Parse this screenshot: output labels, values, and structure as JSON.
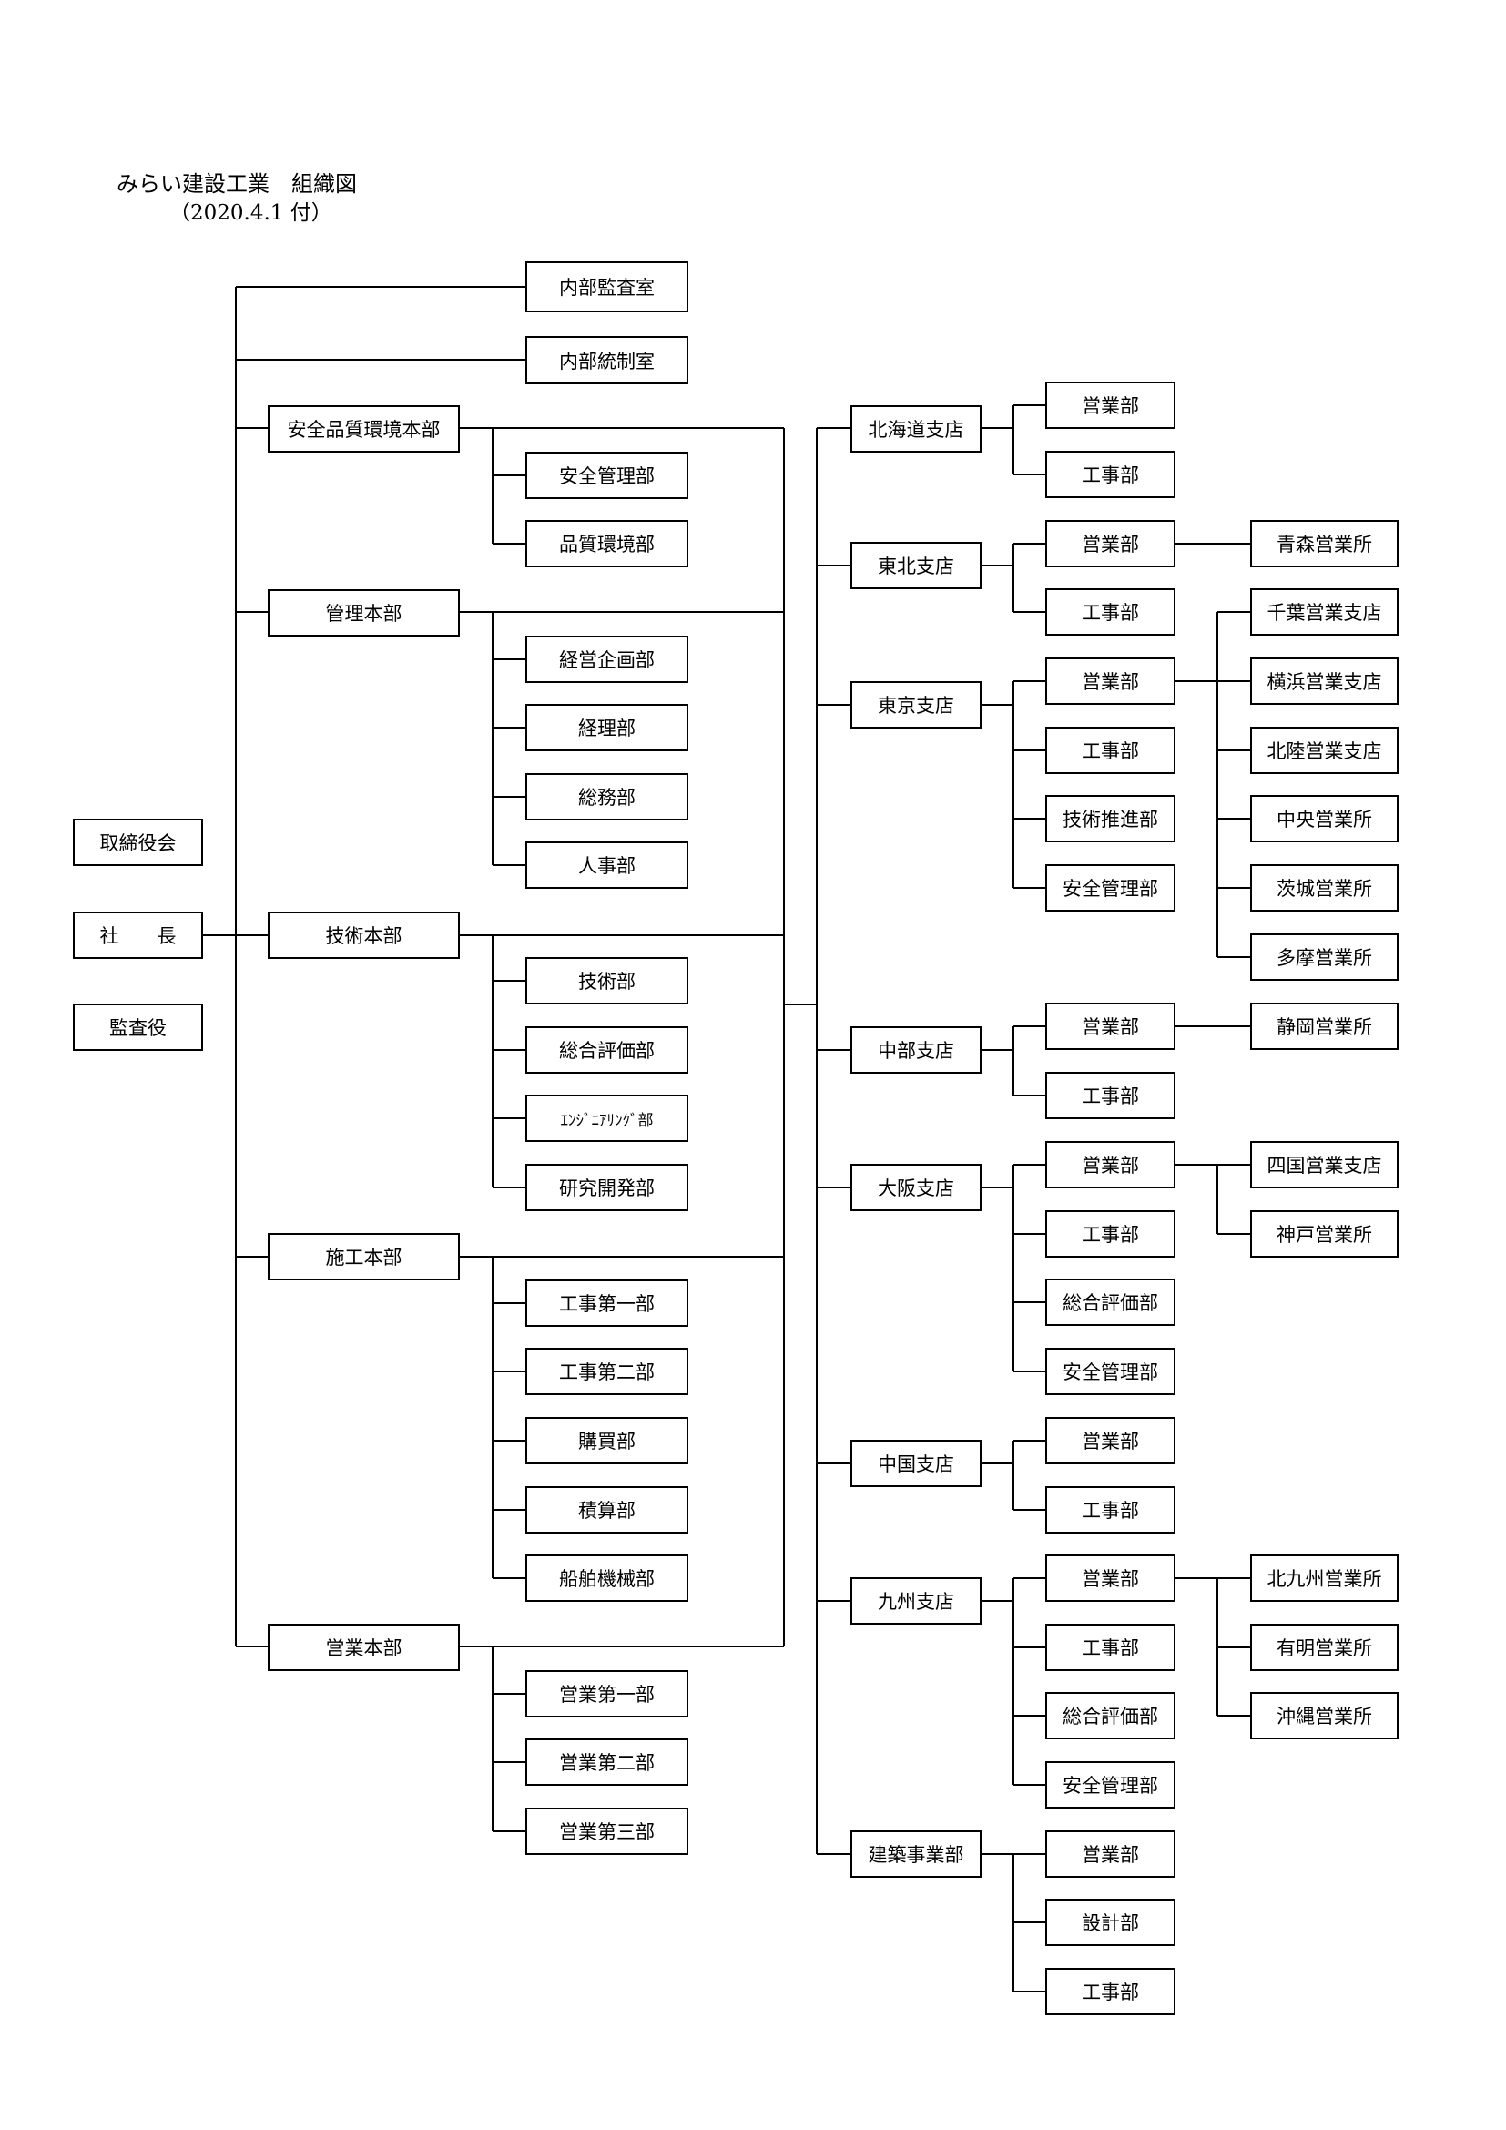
{
  "header": {
    "title": "みらい建設工業　組織図",
    "date": "（2020.4.1 付）"
  },
  "nodes": [
    {
      "id": "torishimariyakukai",
      "label": "取締役会"
    },
    {
      "id": "shacho",
      "label": "社　　長"
    },
    {
      "id": "kansayaku",
      "label": "監査役"
    },
    {
      "id": "naibu-kansa",
      "label": "内部監査室"
    },
    {
      "id": "naibu-tosei",
      "label": "内部統制室"
    },
    {
      "id": "anzen-honbu",
      "label": "安全品質環境本部"
    },
    {
      "id": "anzen-kanri-1",
      "label": "安全管理部"
    },
    {
      "id": "hinshitsu",
      "label": "品質環境部"
    },
    {
      "id": "kanri-honbu",
      "label": "管理本部"
    },
    {
      "id": "keiei-kikaku",
      "label": "経営企画部"
    },
    {
      "id": "keiri",
      "label": "経理部"
    },
    {
      "id": "somu",
      "label": "総務部"
    },
    {
      "id": "jinji",
      "label": "人事部"
    },
    {
      "id": "gijutsu-honbu",
      "label": "技術本部"
    },
    {
      "id": "gijutsu",
      "label": "技術部"
    },
    {
      "id": "sogo-hyoka-1",
      "label": "総合評価部"
    },
    {
      "id": "engineering",
      "label": "ｴﾝｼﾞﾆｱﾘﾝｸﾞ部",
      "small": true
    },
    {
      "id": "kenkyu",
      "label": "研究開発部"
    },
    {
      "id": "seko-honbu",
      "label": "施工本部"
    },
    {
      "id": "koji-1",
      "label": "工事第一部"
    },
    {
      "id": "koji-2",
      "label": "工事第二部"
    },
    {
      "id": "kobai",
      "label": "購買部"
    },
    {
      "id": "sekisan",
      "label": "積算部"
    },
    {
      "id": "senpaku",
      "label": "船舶機械部"
    },
    {
      "id": "eigyo-honbu",
      "label": "営業本部"
    },
    {
      "id": "eigyo-1",
      "label": "営業第一部"
    },
    {
      "id": "eigyo-2",
      "label": "営業第二部"
    },
    {
      "id": "eigyo-3",
      "label": "営業第三部"
    },
    {
      "id": "hokkaido",
      "label": "北海道支店"
    },
    {
      "id": "hokkaido-eigyo",
      "label": "営業部"
    },
    {
      "id": "hokkaido-koji",
      "label": "工事部"
    },
    {
      "id": "tohoku",
      "label": "東北支店"
    },
    {
      "id": "tohoku-eigyo",
      "label": "営業部"
    },
    {
      "id": "tohoku-koji",
      "label": "工事部"
    },
    {
      "id": "aomori",
      "label": "青森営業所"
    },
    {
      "id": "tokyo",
      "label": "東京支店"
    },
    {
      "id": "tokyo-eigyo",
      "label": "営業部"
    },
    {
      "id": "tokyo-koji",
      "label": "工事部"
    },
    {
      "id": "tokyo-gijutsu",
      "label": "技術推進部"
    },
    {
      "id": "tokyo-anzen",
      "label": "安全管理部"
    },
    {
      "id": "chiba",
      "label": "千葉営業支店"
    },
    {
      "id": "yokohama",
      "label": "横浜営業支店"
    },
    {
      "id": "hokuriku",
      "label": "北陸営業支店"
    },
    {
      "id": "chuo",
      "label": "中央営業所"
    },
    {
      "id": "ibaraki",
      "label": "茨城営業所"
    },
    {
      "id": "tama",
      "label": "多摩営業所"
    },
    {
      "id": "chubu",
      "label": "中部支店"
    },
    {
      "id": "chubu-eigyo",
      "label": "営業部"
    },
    {
      "id": "chubu-koji",
      "label": "工事部"
    },
    {
      "id": "shizuoka",
      "label": "静岡営業所"
    },
    {
      "id": "osaka",
      "label": "大阪支店"
    },
    {
      "id": "osaka-eigyo",
      "label": "営業部"
    },
    {
      "id": "osaka-koji",
      "label": "工事部"
    },
    {
      "id": "osaka-sogo",
      "label": "総合評価部"
    },
    {
      "id": "osaka-anzen",
      "label": "安全管理部"
    },
    {
      "id": "shikoku",
      "label": "四国営業支店"
    },
    {
      "id": "kobe",
      "label": "神戸営業所"
    },
    {
      "id": "chugoku",
      "label": "中国支店"
    },
    {
      "id": "chugoku-eigyo",
      "label": "営業部"
    },
    {
      "id": "chugoku-koji",
      "label": "工事部"
    },
    {
      "id": "kyushu",
      "label": "九州支店"
    },
    {
      "id": "kyushu-eigyo",
      "label": "営業部"
    },
    {
      "id": "kyushu-koji",
      "label": "工事部"
    },
    {
      "id": "kyushu-sogo",
      "label": "総合評価部"
    },
    {
      "id": "kyushu-anzen",
      "label": "安全管理部"
    },
    {
      "id": "kitakyushu",
      "label": "北九州営業所"
    },
    {
      "id": "ariake",
      "label": "有明営業所"
    },
    {
      "id": "okinawa",
      "label": "沖縄営業所"
    },
    {
      "id": "kenchiku",
      "label": "建築事業部"
    },
    {
      "id": "kenchiku-eigyo",
      "label": "営業部"
    },
    {
      "id": "kenchiku-sekkei",
      "label": "設計部"
    },
    {
      "id": "kenchiku-koji",
      "label": "工事部"
    }
  ]
}
